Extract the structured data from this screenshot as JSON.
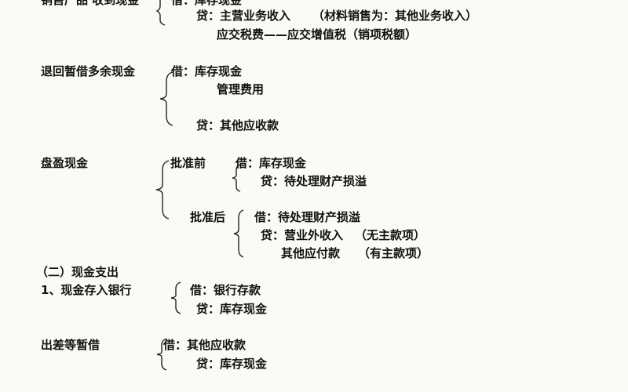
{
  "sale": {
    "title": "销售产品 收到现金",
    "debit": "借：库存现金",
    "credit": "贷：主营业务收入",
    "note": "（材料销售为：其他业务收入）",
    "credit2": "应交税费——应交增值税（销项税额）"
  },
  "refund": {
    "title": "退回暂借多余现金",
    "debit": "借：库存现金",
    "debit2": "管理费用",
    "credit": "贷：其他应收款"
  },
  "surplus": {
    "title": "盘盈现金",
    "before": "批准前",
    "before_debit": "借：库存现金",
    "before_credit": "贷：待处理财产损溢",
    "after": "批准后",
    "after_debit": "借：待处理财产损溢",
    "after_credit": "贷：营业外收入",
    "after_credit_note": "（无主款项）",
    "after_credit2": "其他应付款",
    "after_credit2_note": "（有主款项）"
  },
  "section": "（二）现金支出",
  "deposit": {
    "title": "1、现金存入银行",
    "debit": "借：银行存款",
    "credit": "贷：库存现金"
  },
  "travel": {
    "title": "出差等暂借",
    "debit": "借：其他应收款",
    "credit": "贷：库存现金"
  }
}
